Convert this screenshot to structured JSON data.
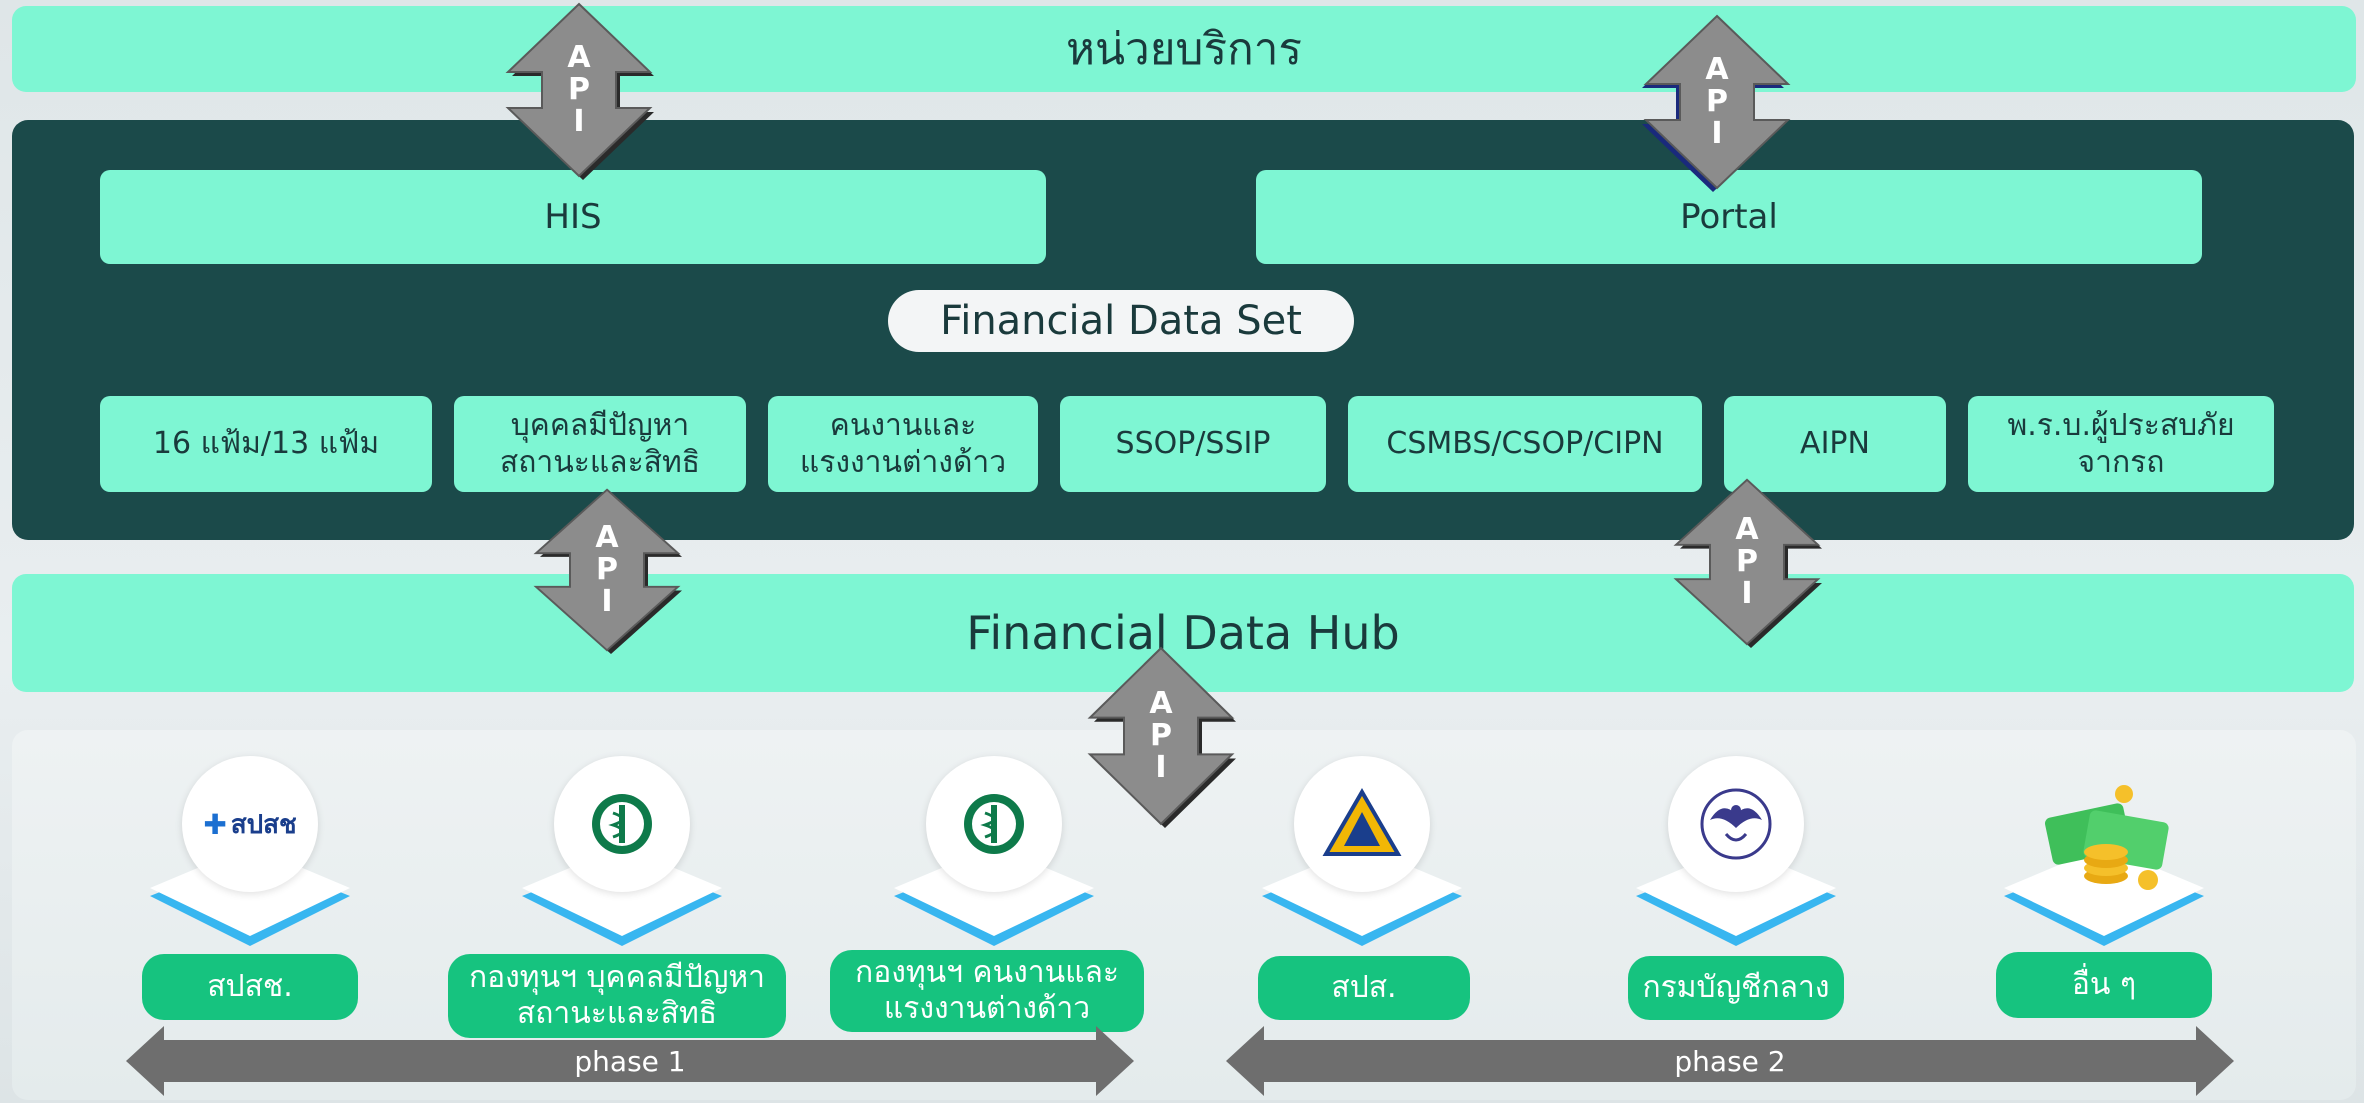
{
  "service_bar": {
    "label": "หน่วยบริการ"
  },
  "systems": {
    "his": "HIS",
    "portal": "Portal"
  },
  "financial_data_set": {
    "label": "Financial Data Set"
  },
  "datasets": [
    "16 แฟ้ม/13 แฟ้ม",
    "บุคคลมีปัญหา\nสถานะและสิทธิ",
    "คนงานและ\nแรงงานต่างด้าว",
    "SSOP/SSIP",
    "CSMBS/CSOP/CIPN",
    "AIPN",
    "พ.ร.บ.ผู้ประสบภัย\nจากรถ"
  ],
  "hub": {
    "label": "Financial Data Hub"
  },
  "api": {
    "letters": [
      "A",
      "P",
      "I"
    ]
  },
  "agencies": [
    {
      "name": "สปสช.",
      "logo": "nhso-logo",
      "logo_text": "สปสช"
    },
    {
      "name": "กองทุนฯ บุคคลมีปัญหา\nสถานะและสิทธิ",
      "logo": "moph-logo"
    },
    {
      "name": "กองทุนฯ คนงานและ\nแรงงานต่างด้าว",
      "logo": "moph-logo"
    },
    {
      "name": "สปส.",
      "logo": "sso-logo"
    },
    {
      "name": "กรมบัญชีกลาง",
      "logo": "cgd-garuda-logo"
    },
    {
      "name": "อื่น ๆ",
      "logo": "money-icon"
    }
  ],
  "phases": [
    "phase 1",
    "phase 2"
  ],
  "colors": {
    "mint": "#7ef6d3",
    "dark_teal": "#1b4a4a",
    "agency_green": "#16c37f",
    "arrow_gray": "#8a8a8a",
    "platform_blue": "#38b6f0"
  }
}
